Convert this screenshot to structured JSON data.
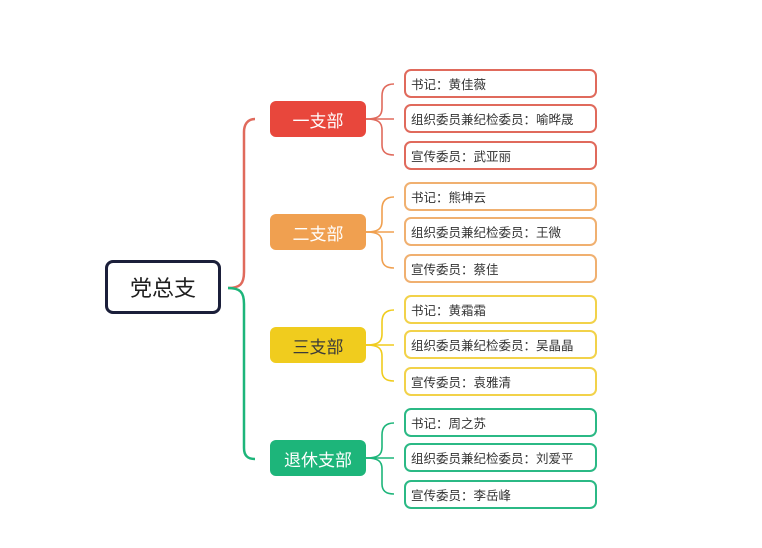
{
  "root": {
    "label": "党总支",
    "border_color": "#1b1f3a"
  },
  "branches": [
    {
      "label": "一支部",
      "color": "#e8473c",
      "members": [
        "书记：黄佳薇",
        "组织委员兼纪检委员：喻晔晟",
        "宣传委员：武亚丽"
      ]
    },
    {
      "label": "二支部",
      "color": "#f0a050",
      "members": [
        "书记：熊坤云",
        "组织委员兼纪检委员：王微",
        "宣传委员：蔡佳"
      ]
    },
    {
      "label": "三支部",
      "color": "#f0cc1e",
      "members": [
        "书记：黄霜霜",
        "组织委员兼纪检委员：吴晶晶",
        "宣传委员：袁雅清"
      ]
    },
    {
      "label": "退休支部",
      "color": "#1db57a",
      "members": [
        "书记：周之苏",
        "组织委员兼纪检委员：刘爱平",
        "宣传委员：李岳峰"
      ]
    }
  ]
}
